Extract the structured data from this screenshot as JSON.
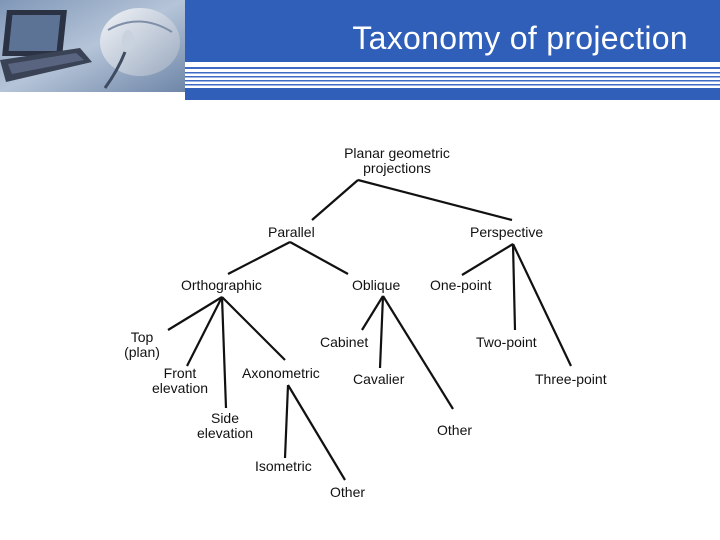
{
  "slide": {
    "title": "Taxonomy of projection"
  },
  "colors": {
    "header_blue": "#2f5fb8",
    "stripe_blue": "#3d6ac4",
    "text": "#111111"
  },
  "diagram": {
    "root": "Planar geometric projections",
    "nodes": {
      "planar": [
        "Planar geometric",
        "projections"
      ],
      "parallel": "Parallel",
      "perspective": "Perspective",
      "orthographic": "Orthographic",
      "oblique": "Oblique",
      "one_point": "One-point",
      "two_point": "Two-point",
      "three_point": "Three-point",
      "top_plan": [
        "Top",
        "(plan)"
      ],
      "front_elevation": [
        "Front",
        "elevation"
      ],
      "side_elevation": [
        "Side",
        "elevation"
      ],
      "axonometric": "Axonometric",
      "isometric": "Isometric",
      "axonometric_other": "Other",
      "cabinet": "Cabinet",
      "cavalier": "Cavalier",
      "oblique_other": "Other"
    },
    "edges": [
      [
        "planar",
        "parallel"
      ],
      [
        "planar",
        "perspective"
      ],
      [
        "parallel",
        "orthographic"
      ],
      [
        "parallel",
        "oblique"
      ],
      [
        "perspective",
        "one_point"
      ],
      [
        "perspective",
        "two_point"
      ],
      [
        "perspective",
        "three_point"
      ],
      [
        "orthographic",
        "top_plan"
      ],
      [
        "orthographic",
        "front_elevation"
      ],
      [
        "orthographic",
        "side_elevation"
      ],
      [
        "orthographic",
        "axonometric"
      ],
      [
        "axonometric",
        "isometric"
      ],
      [
        "axonometric",
        "axonometric_other"
      ],
      [
        "oblique",
        "cabinet"
      ],
      [
        "oblique",
        "cavalier"
      ],
      [
        "oblique",
        "oblique_other"
      ]
    ]
  }
}
